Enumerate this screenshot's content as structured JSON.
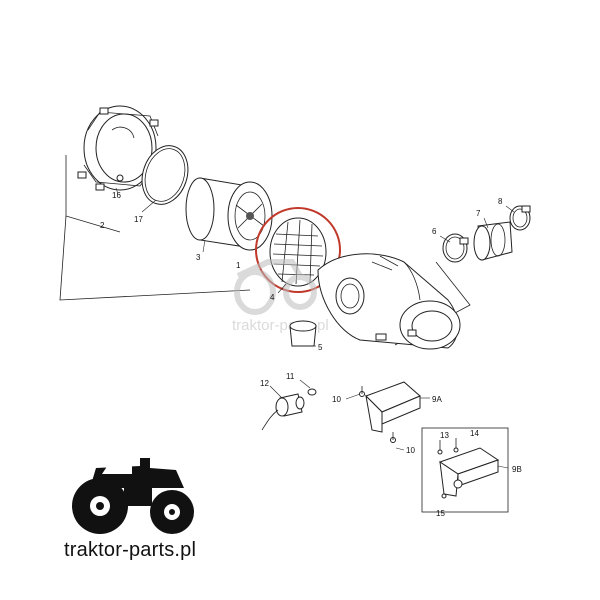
{
  "callouts": {
    "c2": "2",
    "c3": "3",
    "c4": "4",
    "c5": "5",
    "c6": "6",
    "c7": "7",
    "c8": "8",
    "c9a": "9A",
    "c9b": "9B",
    "c10a": "10",
    "c10b": "10",
    "c11": "11",
    "c12": "12",
    "c13": "13",
    "c14": "14",
    "c15": "15",
    "c16": "16",
    "c17": "17",
    "c1": "1"
  },
  "watermark": {
    "text": "traktor-parts.pl"
  },
  "brand": {
    "name": "traktor-parts.pl",
    "logo_icon": "tractor-icon"
  },
  "highlight": {
    "color": "#c0392b",
    "target": "4"
  },
  "colors": {
    "line": "#222222",
    "watermark": "#bdbdbd",
    "logo": "#111111"
  }
}
